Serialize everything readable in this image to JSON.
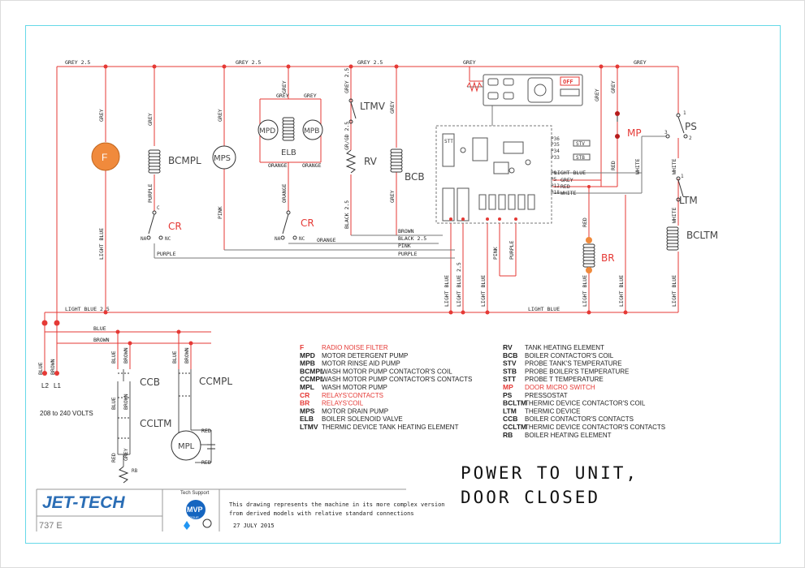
{
  "wires": {
    "grey_2_5": "GREY 2.5",
    "grey": "GREY",
    "light_blue": "LIGHT BLUE",
    "light_blue_2_5": "LIGHT BLUE 2.5",
    "purple": "PURPLE",
    "pink": "PINK",
    "orange": "ORANGE",
    "black_2_5": "BLACK 2.5",
    "brown": "BROWN",
    "blue": "BLUE",
    "red": "RED",
    "white": "WHITE",
    "grgd_2_5": "GR/GD 2.5"
  },
  "components": {
    "f": "F",
    "bcmpl": "BCMPL",
    "mps": "MPS",
    "mpd": "MPD",
    "mpb": "MPB",
    "elb": "ELB",
    "ltmv": "LTMV",
    "rv": "RV",
    "bcb": "BCB",
    "cr": "CR",
    "mp": "MP",
    "ps": "PS",
    "ltm": "LTM",
    "bcltm": "BCLTM",
    "br": "BR",
    "ccb": "CCB",
    "ccmpl": "CCMPL",
    "ccltm": "CCLTM",
    "mpl": "MPL",
    "rb": "RB",
    "stt": "STT",
    "stv": "STV",
    "stb": "STB",
    "off": "OFF",
    "na": "NA",
    "nc": "NC",
    "c": "C"
  },
  "board_pins": {
    "p36": "P36",
    "p35": "P35",
    "p34": "P34",
    "p33": "P33",
    "p9": "P9",
    "p5": "P5",
    "p12": "P12",
    "p18": "P18"
  },
  "terminals": {
    "l2": "L2",
    "l1": "L1",
    "supply": "208 to 240 VOLTS"
  },
  "legend": {
    "left": [
      {
        "key": "F",
        "desc": "RADIO NOISE FILTER",
        "color": "#e53935"
      },
      {
        "key": "MPD",
        "desc": "MOTOR DETERGENT PUMP",
        "color": "#222222"
      },
      {
        "key": "MPB",
        "desc": "MOTOR RINSE AID PUMP",
        "color": "#222222"
      },
      {
        "key": "BCMPL",
        "desc": "WASH MOTOR PUMP CONTACTOR'S COIL",
        "color": "#222222"
      },
      {
        "key": "CCMPL",
        "desc": "WASH MOTOR PUMP CONTACTOR'S CONTACTS",
        "color": "#222222"
      },
      {
        "key": "MPL",
        "desc": "WASH MOTOR PUMP",
        "color": "#222222"
      },
      {
        "key": "CR",
        "desc": "RELAYS'CONTACTS",
        "color": "#e53935"
      },
      {
        "key": "BR",
        "desc": "RELAYS'COIL",
        "color": "#e53935"
      },
      {
        "key": "MPS",
        "desc": "MOTOR DRAIN PUMP",
        "color": "#222222"
      },
      {
        "key": "ELB",
        "desc": "BOILER SOLENOID VALVE",
        "color": "#222222"
      },
      {
        "key": "LTMV",
        "desc": "THERMIC DEVICE TANK HEATING ELEMENT",
        "color": "#222222"
      }
    ],
    "right": [
      {
        "key": "RV",
        "desc": "TANK HEATING ELEMENT",
        "color": "#222222"
      },
      {
        "key": "BCB",
        "desc": "BOILER CONTACTOR'S COIL",
        "color": "#222222"
      },
      {
        "key": "STV",
        "desc": "PROBE TANK'S TEMPERATURE",
        "color": "#222222"
      },
      {
        "key": "STB",
        "desc": "PROBE BOILER'S TEMPERATURE",
        "color": "#222222"
      },
      {
        "key": "STT",
        "desc": "PROBE T TEMPERATURE",
        "color": "#222222"
      },
      {
        "key": "MP",
        "desc": "DOOR MICRO SWITCH",
        "color": "#e53935"
      },
      {
        "key": "PS",
        "desc": "PRESSOSTAT",
        "color": "#222222"
      },
      {
        "key": "BCLTM",
        "desc": "THERMIC DEVICE CONTACTOR'S COIL",
        "color": "#222222"
      },
      {
        "key": "LTM",
        "desc": "THERMIC DEVICE",
        "color": "#222222"
      },
      {
        "key": "CCB",
        "desc": "BOILER CONTACTOR'S CONTACTS",
        "color": "#222222"
      },
      {
        "key": "CCLTM",
        "desc": "THERMIC DEVICE CONTACTOR'S CONTACTS",
        "color": "#222222"
      },
      {
        "key": "RB",
        "desc": "BOILER HEATING ELEMENT",
        "color": "#222222"
      }
    ]
  },
  "title_block": {
    "status_line1": "POWER TO UNIT,",
    "status_line2": "DOOR CLOSED",
    "logo": "JET-TECH",
    "tech_support": "Tech Support",
    "brand_badge": "MVP",
    "brand_sub": "GROUP",
    "model_code": "737 E",
    "note_line1": "This drawing represents the machine in its more complex version",
    "note_line2": "from derived models with relative standard connections",
    "date": "27 JULY 2015"
  },
  "colors": {
    "wire": "#e53935",
    "neutral_wire": "#777777",
    "filter": "#f08a3c",
    "border": "#66d9e8",
    "logo": "#2a6db5"
  }
}
